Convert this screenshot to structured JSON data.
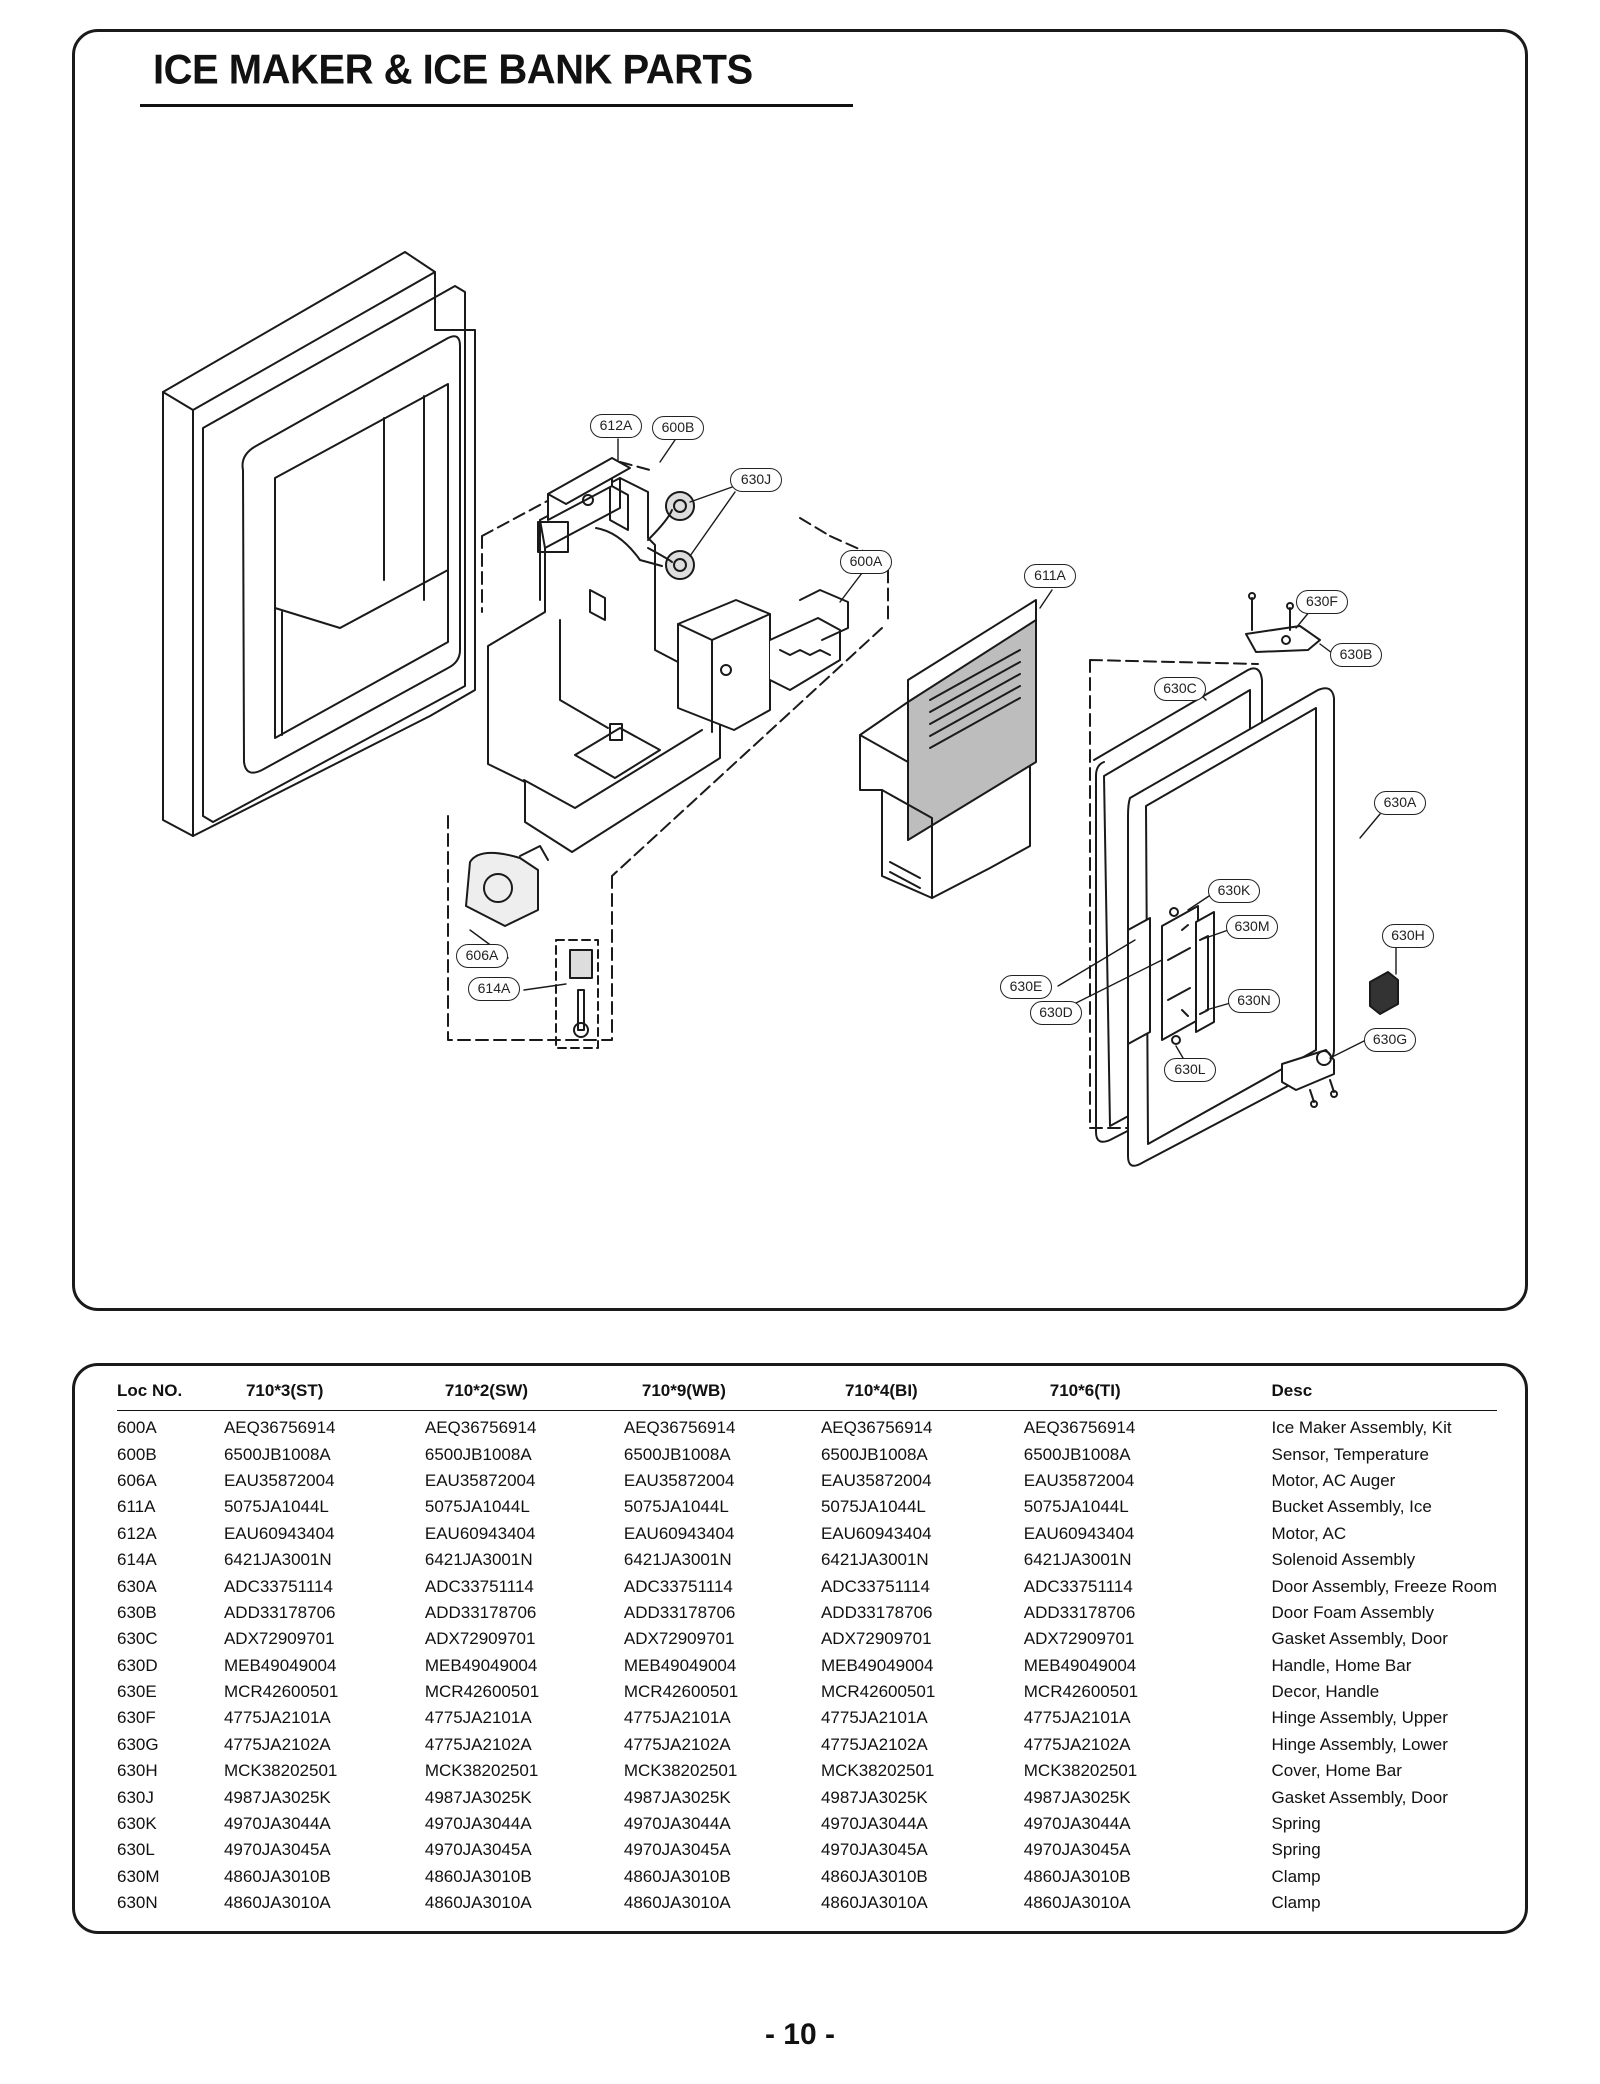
{
  "page": {
    "title": "ICE MAKER & ICE BANK PARTS",
    "number": "- 10 -"
  },
  "diagram": {
    "callouts": {
      "612A": "612A",
      "600B": "600B",
      "630J": "630J",
      "600A": "600A",
      "611A": "611A",
      "630F": "630F",
      "630B": "630B",
      "630C": "630C",
      "630A": "630A",
      "630K": "630K",
      "630M": "630M",
      "630H": "630H",
      "606A": "606A",
      "614A": "614A",
      "630E": "630E",
      "630D": "630D",
      "630N": "630N",
      "630G": "630G",
      "630L": "630L"
    }
  },
  "table": {
    "headers": [
      "Loc NO.",
      "710*3(ST)",
      "710*2(SW)",
      "710*9(WB)",
      "710*4(BI)",
      "710*6(TI)",
      "Desc"
    ],
    "rows": [
      [
        "600A",
        "AEQ36756914",
        "AEQ36756914",
        "AEQ36756914",
        "AEQ36756914",
        "AEQ36756914",
        "Ice Maker Assembly, Kit"
      ],
      [
        "600B",
        "6500JB1008A",
        "6500JB1008A",
        "6500JB1008A",
        "6500JB1008A",
        "6500JB1008A",
        "Sensor, Temperature"
      ],
      [
        "606A",
        "EAU35872004",
        "EAU35872004",
        "EAU35872004",
        "EAU35872004",
        "EAU35872004",
        "Motor, AC Auger"
      ],
      [
        "611A",
        "5075JA1044L",
        "5075JA1044L",
        "5075JA1044L",
        "5075JA1044L",
        "5075JA1044L",
        "Bucket Assembly, Ice"
      ],
      [
        "612A",
        "EAU60943404",
        "EAU60943404",
        "EAU60943404",
        "EAU60943404",
        "EAU60943404",
        "Motor, AC"
      ],
      [
        "614A",
        "6421JA3001N",
        "6421JA3001N",
        "6421JA3001N",
        "6421JA3001N",
        "6421JA3001N",
        "Solenoid Assembly"
      ],
      [
        "630A",
        "ADC33751114",
        "ADC33751114",
        "ADC33751114",
        "ADC33751114",
        "ADC33751114",
        "Door Assembly, Freeze Room"
      ],
      [
        "630B",
        "ADD33178706",
        "ADD33178706",
        "ADD33178706",
        "ADD33178706",
        "ADD33178706",
        "Door Foam Assembly"
      ],
      [
        "630C",
        "ADX72909701",
        "ADX72909701",
        "ADX72909701",
        "ADX72909701",
        "ADX72909701",
        "Gasket Assembly, Door"
      ],
      [
        "630D",
        "MEB49049004",
        "MEB49049004",
        "MEB49049004",
        "MEB49049004",
        "MEB49049004",
        "Handle, Home Bar"
      ],
      [
        "630E",
        "MCR42600501",
        "MCR42600501",
        "MCR42600501",
        "MCR42600501",
        "MCR42600501",
        "Decor, Handle"
      ],
      [
        "630F",
        "4775JA2101A",
        "4775JA2101A",
        "4775JA2101A",
        "4775JA2101A",
        "4775JA2101A",
        "Hinge Assembly, Upper"
      ],
      [
        "630G",
        "4775JA2102A",
        "4775JA2102A",
        "4775JA2102A",
        "4775JA2102A",
        "4775JA2102A",
        "Hinge Assembly, Lower"
      ],
      [
        "630H",
        "MCK38202501",
        "MCK38202501",
        "MCK38202501",
        "MCK38202501",
        "MCK38202501",
        "Cover, Home Bar"
      ],
      [
        "630J",
        "4987JA3025K",
        "4987JA3025K",
        "4987JA3025K",
        "4987JA3025K",
        "4987JA3025K",
        "Gasket Assembly, Door"
      ],
      [
        "630K",
        "4970JA3044A",
        "4970JA3044A",
        "4970JA3044A",
        "4970JA3044A",
        "4970JA3044A",
        "Spring"
      ],
      [
        "630L",
        "4970JA3045A",
        "4970JA3045A",
        "4970JA3045A",
        "4970JA3045A",
        "4970JA3045A",
        "Spring"
      ],
      [
        "630M",
        "4860JA3010B",
        "4860JA3010B",
        "4860JA3010B",
        "4860JA3010B",
        "4860JA3010B",
        "Clamp"
      ],
      [
        "630N",
        "4860JA3010A",
        "4860JA3010A",
        "4860JA3010A",
        "4860JA3010A",
        "4860JA3010A",
        "Clamp"
      ]
    ]
  }
}
